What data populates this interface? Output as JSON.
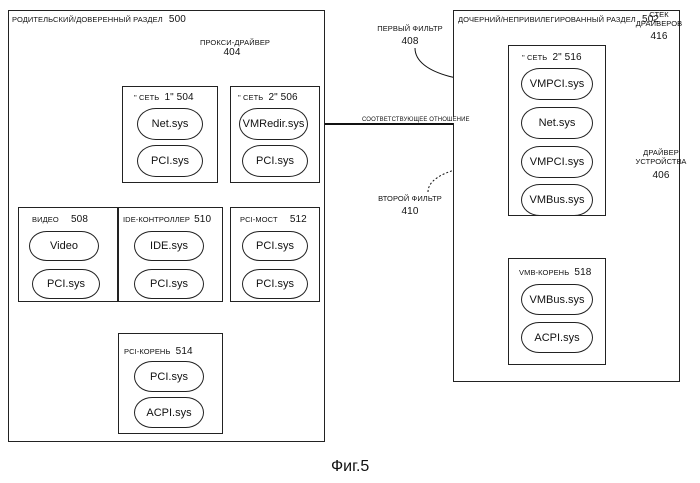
{
  "parent_partition": {
    "label": "РОДИТЕЛЬСКИЙ/ДОВЕРЕННЫЙ РАЗДЕЛ",
    "number": "500"
  },
  "child_partition": {
    "label": "ДОЧЕРНИЙ/НЕПРИВИЛЕГИРОВАННЫЙ РАЗДЕЛ",
    "number": "502"
  },
  "proxy_driver": {
    "label": "ПРОКСИ-ДРАЙВЕР",
    "number": "404"
  },
  "relation": {
    "label": "СООТВЕТСТВУЮЩЕЕ ОТНОШЕНИЕ"
  },
  "first_filter": {
    "label": "ПЕРВЫЙ ФИЛЬТР",
    "number": "408"
  },
  "second_filter": {
    "label": "ВТОРОЙ ФИЛЬТР",
    "number": "410"
  },
  "driver_stack": {
    "line1": "СТЕК",
    "line2": "ДРАЙВЕРОВ",
    "number": "416"
  },
  "device_driver": {
    "line1": "ДРАЙВЕР",
    "line2": "УСТРОЙСТВА",
    "number": "406"
  },
  "net1": {
    "label": "\" СЕТЬ",
    "number": "1\" 504",
    "items": [
      "Net.sys",
      "PCI.sys"
    ]
  },
  "net2": {
    "label": "\" СЕТЬ",
    "number": "2\" 506",
    "items": [
      "VMRedir.sys",
      "PCI.sys"
    ]
  },
  "video": {
    "label": "ВИДЕО",
    "number": "508",
    "items": [
      "Video",
      "PCI.sys"
    ]
  },
  "ide": {
    "label": "IDE-КОНТРОЛЛЕР",
    "number": "510",
    "items": [
      "IDE.sys",
      "PCI.sys"
    ]
  },
  "pci_bridge": {
    "label": "PCI-МОСТ",
    "number": "512",
    "items": [
      "PCI.sys",
      "PCI.sys"
    ]
  },
  "pci_root": {
    "label": "PCI-КОРЕНЬ",
    "number": "514",
    "items": [
      "PCI.sys",
      "ACPI.sys"
    ]
  },
  "child_net2": {
    "label": "\" СЕТЬ",
    "number": "2\" 516",
    "items": [
      "VMPCI.sys",
      "Net.sys",
      "VMPCI.sys",
      "VMBus.sys"
    ]
  },
  "vmb_root": {
    "label": "VMB-КОРЕНЬ",
    "number": "518",
    "items": [
      "VMBus.sys",
      "ACPI.sys"
    ]
  },
  "figure_caption": "Фиг.5"
}
